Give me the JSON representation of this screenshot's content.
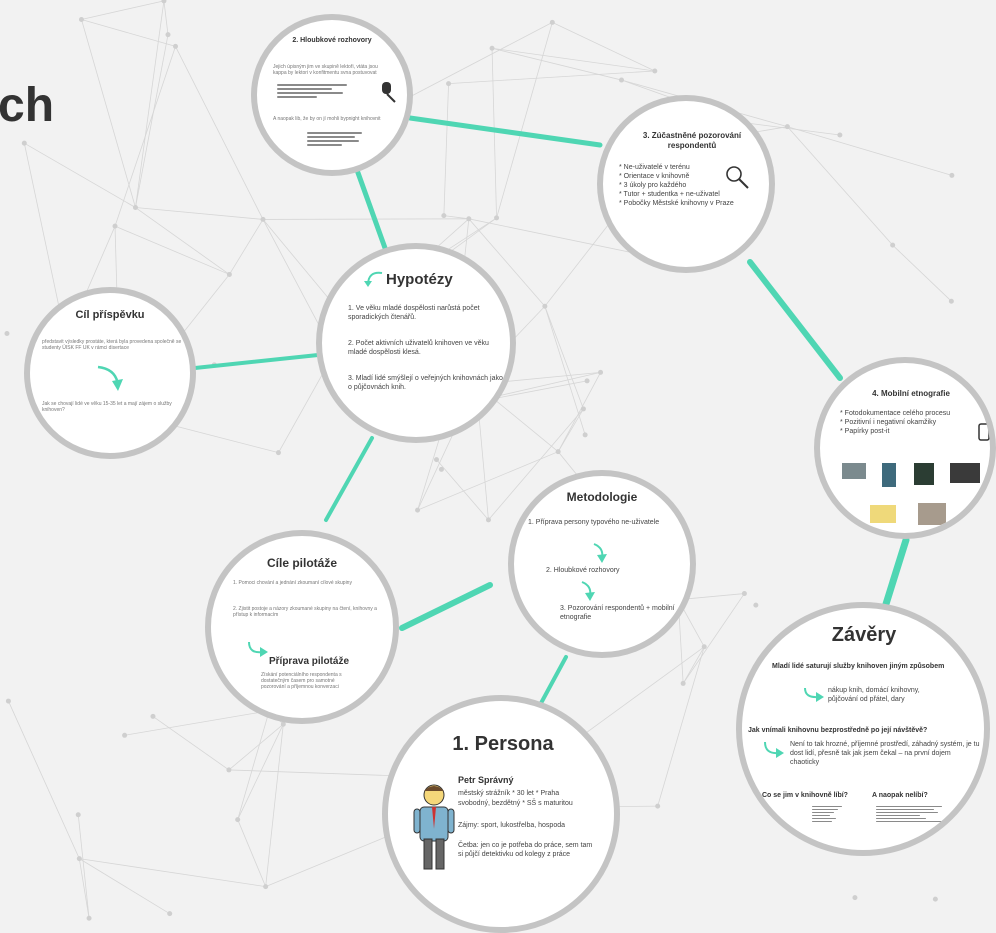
{
  "slide_title_fragment": "ch",
  "c1": {
    "title": "2. Hloubkové rozhovory",
    "text1": "Jejich úpisným jim ve skupině lektoři, vtáta jsou kappa by lektori v konfitmentu svna postuvovat",
    "text2": "A naopak lib, že by on jí mohli bypnight knihovnit"
  },
  "c2": {
    "title": "3. Zúčastněné pozorování respondentů",
    "items": [
      "* Ne-uživatelé v terénu",
      "* Orientace v knihovně",
      "* 3 úkoly pro každého",
      "* Tutor + studentka + ne-uživatel",
      "* Pobočky Městské knihovny v Praze"
    ]
  },
  "c3": {
    "title": "Hypotézy",
    "p1": "1. Ve věku mladé dospělosti narůstá počet sporadických čtenářů.",
    "p2": "2. Počet aktivních uživatelů knihoven ve věku mladé dospělosti klesá.",
    "p3": "3. Mladí lidé smýšlejí o veřejných knihovnách jako o půjčovnách knih."
  },
  "c4": {
    "title": "Cíl příspěvku",
    "text1": "představit výsledky prostáte, která byla provedena společně se studenty ÚISK FF UK v rámci disertace",
    "text2": "Jak se chovají lidé ve věku 15-35 let a mají zájem o služby knihoven?"
  },
  "c5": {
    "title": "4. Mobilní etnografie",
    "items": [
      "* Fotodokumentace celého procesu",
      "* Pozitivní i negativní okamžiky",
      "* Papírky post-it"
    ]
  },
  "c6": {
    "title": "Metodologie",
    "step1": "1. Příprava persony typového ne-uživatele",
    "step2": "2. Hloubkové rozhovory",
    "step3": "3. Pozorování respondentů + mobilní etnografie"
  },
  "c7": {
    "title": "Cíle pilotáže",
    "text1": "1. Pomoci chování a jednání zkoumaní cílové skupiny",
    "text2": "2. Zjistit postoje a názory zkoumané skupiny na čtení, knihovny a přístup k informacím",
    "subtitle": "Příprava pilotáže",
    "tiny": "Získání potenciálního respondenta s dostatečným časem pro samotné pozorování a příjemnou konverzaci"
  },
  "c8": {
    "title": "Závěry",
    "q1": "Mladí lidé saturují služby knihoven jiným způsobem",
    "a1": "nákup knih, domácí knihovny, půjčování od přátel, dary",
    "q2": "Jak vnímali knihovnu bezprostředně po její návštěvě?",
    "a2": "Není to tak hrozné, příjemné prostředí, záhadný systém, je tu dost lidí, přesně tak jak jsem čekal – na první dojem chaoticky",
    "h_like": "Co se jim v knihovně líbí?",
    "h_dislike": "A naopak nelíbí?"
  },
  "c9": {
    "title": "1. Persona",
    "name": "Petr Správný",
    "line1": "městský strážník * 30 let * Praha",
    "line2": "svobodný, bezdětný * SŠ s maturitou",
    "interests": "Zájmy: sport, lukostřelba, hospoda",
    "reading": "Četba: jen co je potřeba do práce, sem tam si půjčí detektivku od kolegy z práce"
  },
  "colors": {
    "accent": "#4fd6b3",
    "ring": "#c4c4c4",
    "background": "#f2f2f2"
  }
}
